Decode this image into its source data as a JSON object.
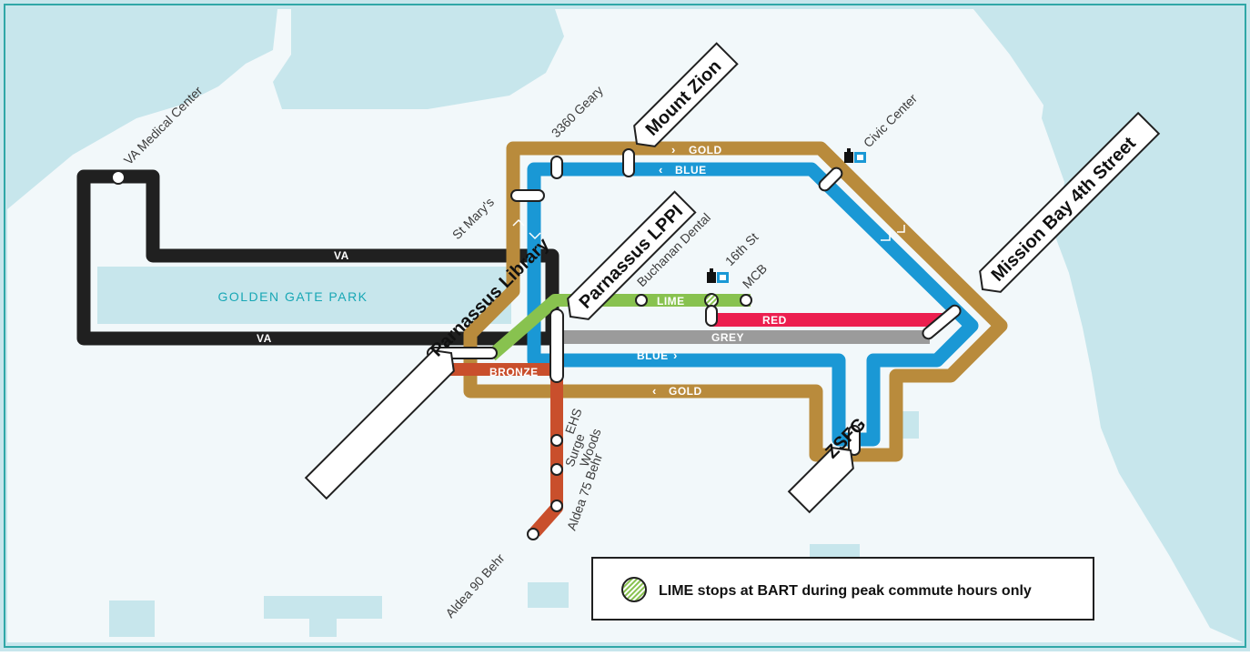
{
  "colors": {
    "water": "#c7e6ec",
    "land": "#f2f8fa",
    "border": "#30a7a7",
    "gold": "#b98b3c",
    "blue": "#1a98d5",
    "black": "#202020",
    "lime": "#88c24f",
    "red": "#ec1f4f",
    "grey": "#9b9b9b",
    "bronze": "#c94f2c",
    "park_text": "#18a7b5"
  },
  "park": {
    "label": "GOLDEN GATE PARK"
  },
  "lines": {
    "gold": "GOLD",
    "blue": "BLUE",
    "va": "VA",
    "lime": "LIME",
    "red": "RED",
    "grey": "GREY",
    "bronze": "BRONZE"
  },
  "stops": {
    "va_medical_center": "VA Medical Center",
    "geary_3360": "3360 Geary",
    "st_marys": "St Mary's",
    "civic_center": "Civic Center",
    "buchanan_dental": "Buchanan Dental",
    "sixteenth_st": "16th St",
    "mcb": "MCB",
    "ehs": "EHS",
    "surge_woods_1": "Surge",
    "surge_woods_2": "Woods",
    "aldea_75": "Aldea 75 Behr",
    "aldea_90": "Aldea 90 Behr"
  },
  "hubs": {
    "mount_zion": "Mount Zion",
    "parnassus_lppi": "Parnassus LPPI",
    "mission_bay": "Mission Bay 4th Street",
    "parnassus_library": "Parnassus Library",
    "zsfg": "ZSFG"
  },
  "bart_icons": [
    "bart-icon",
    "bart-icon"
  ],
  "legend": {
    "icon": "hatched-lime-circle-icon",
    "text": "LIME stops at BART during peak commute hours only"
  }
}
